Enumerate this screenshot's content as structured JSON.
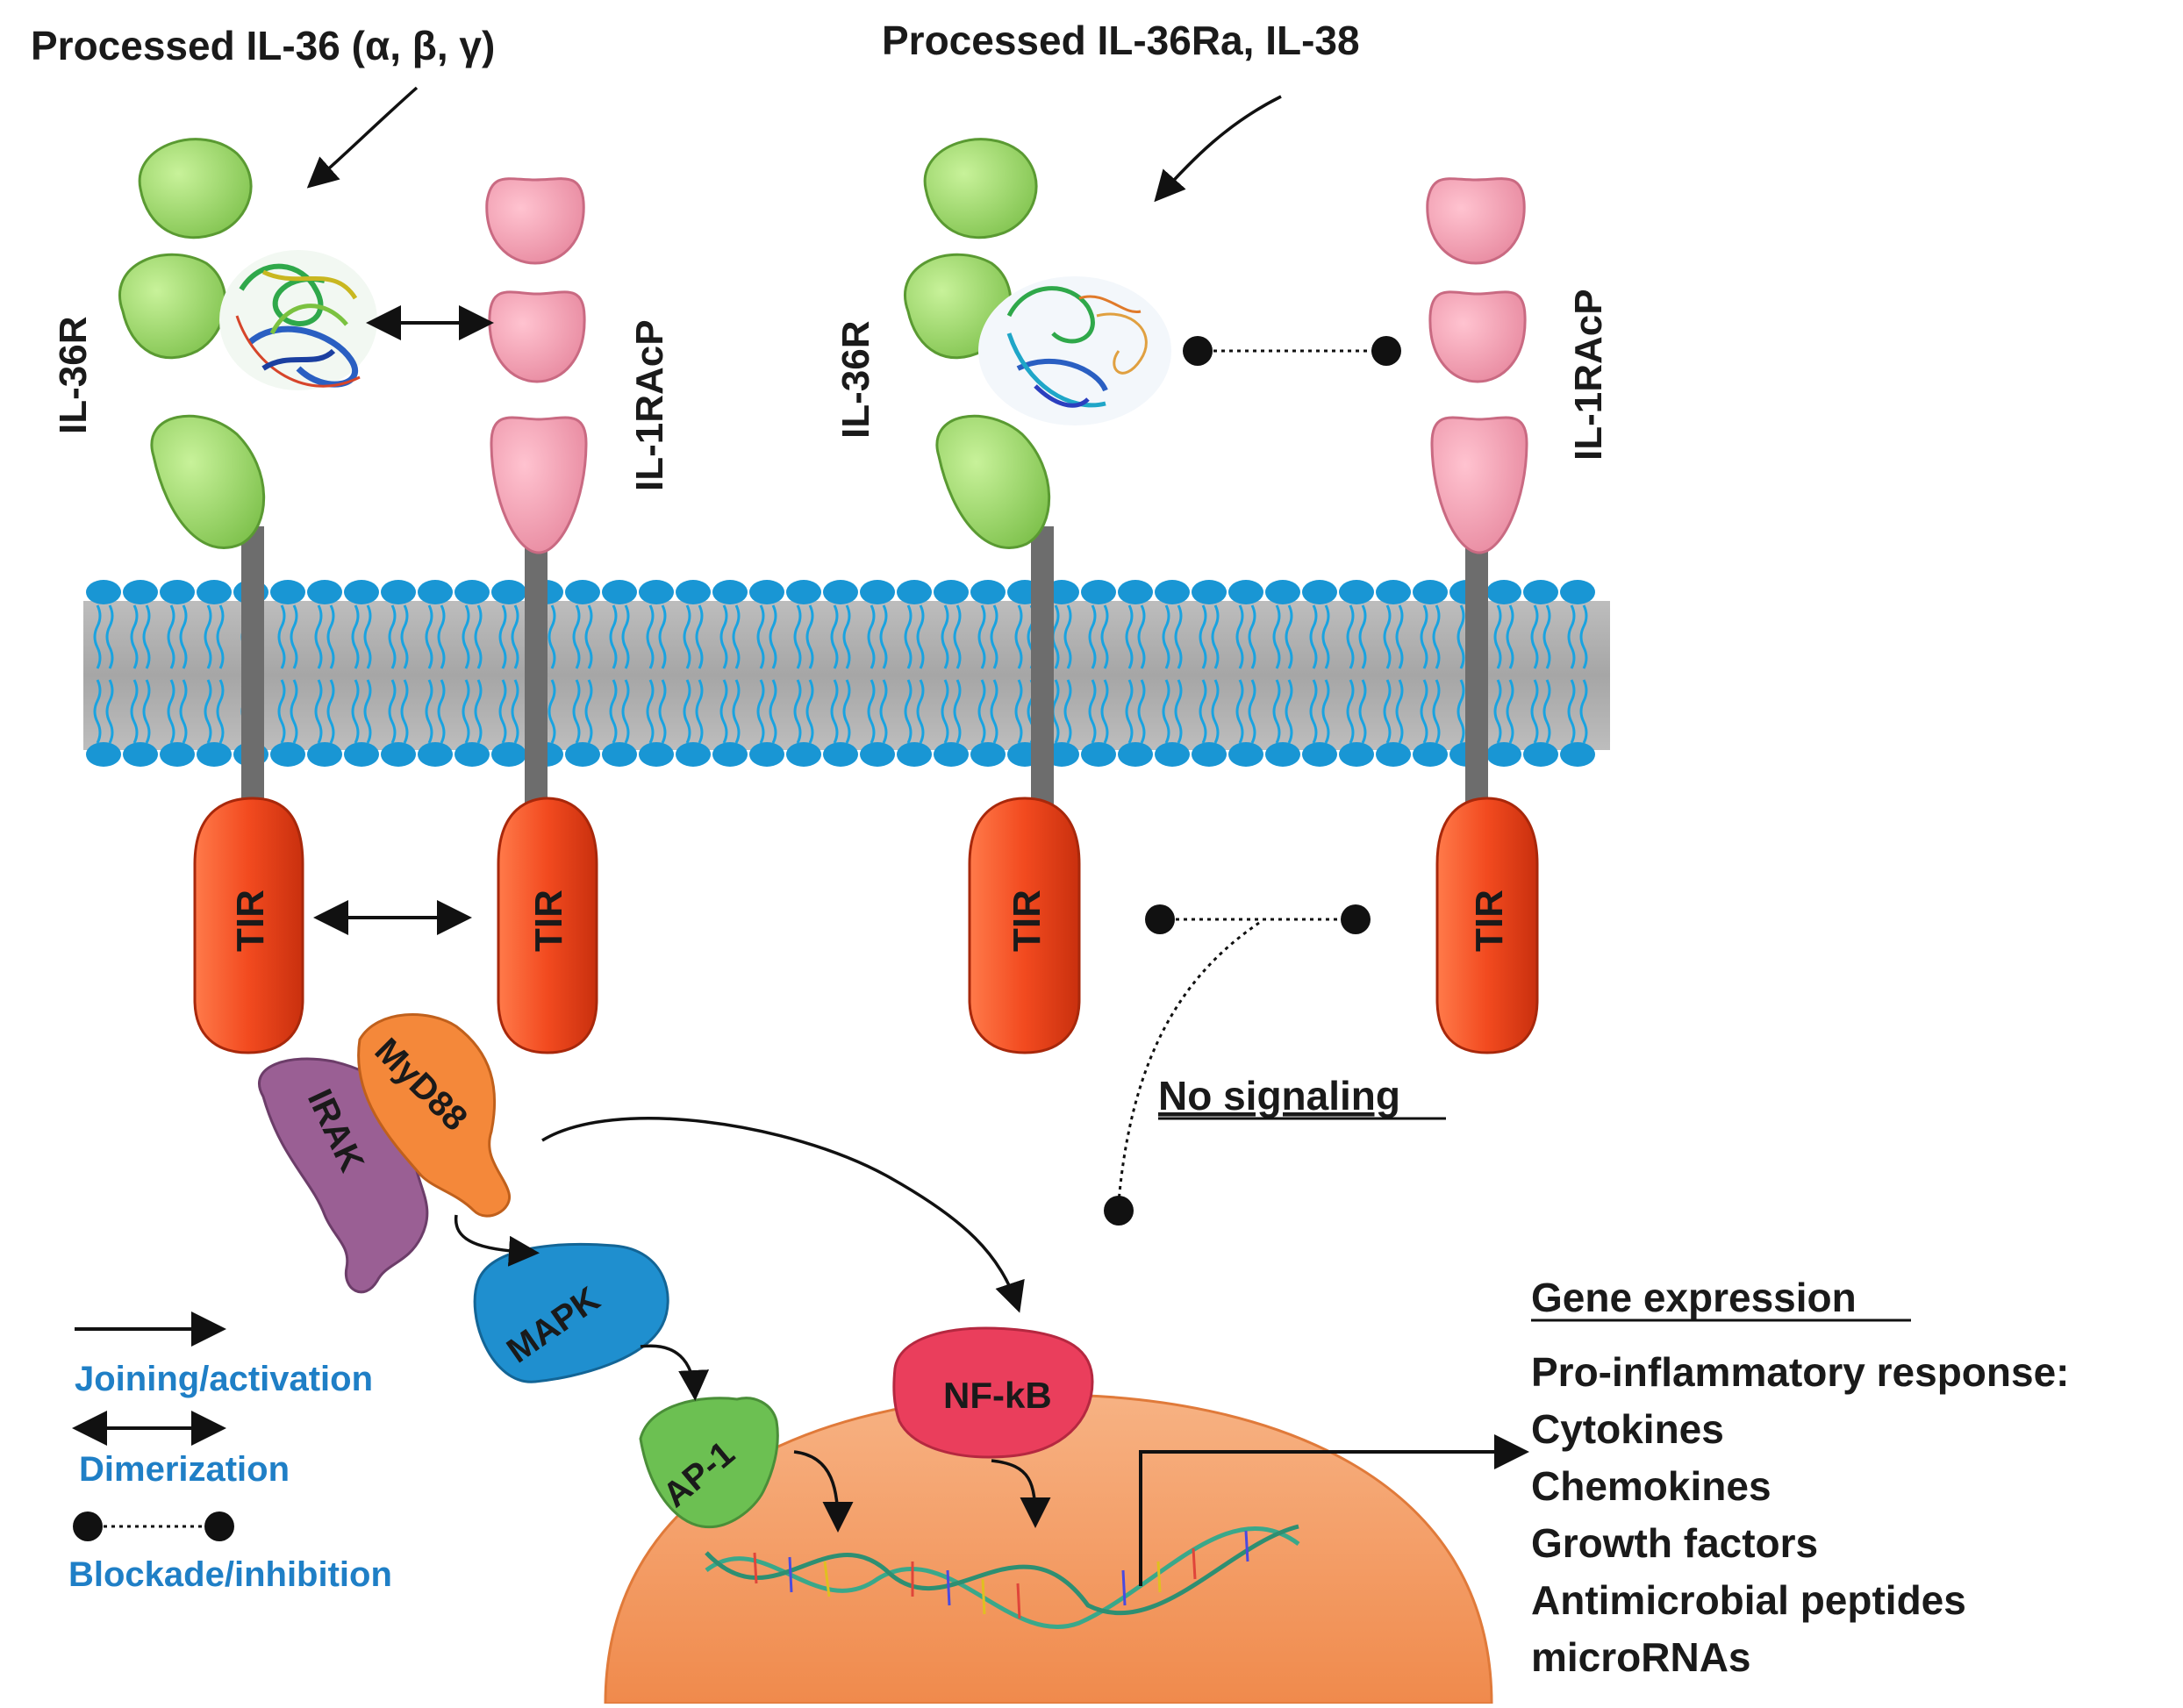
{
  "left_panel": {
    "ligand_title": "Processed IL-36 (α, β, γ)",
    "receptor_label": "IL-36R",
    "coreceptor_label": "IL-1RAcP",
    "tir_left": "TIR",
    "tir_right": "TIR"
  },
  "right_panel": {
    "ligand_title": "Processed IL-36Ra, IL-38",
    "receptor_label": "IL-36R",
    "coreceptor_label": "IL-1RAcP",
    "tir_left": "TIR",
    "tir_right": "TIR",
    "no_signaling": "No signaling"
  },
  "signaling": {
    "myd88": "MyD88",
    "irak": "IRAK",
    "mapk": "MAPK",
    "ap1": "AP-1",
    "nfkb": "NF-kB"
  },
  "gene_expression": {
    "heading": "Gene expression",
    "response": "Pro-inflammatory response:",
    "items": [
      "Cytokines",
      "Chemokines",
      "Growth factors",
      "Antimicrobial peptides",
      "microRNAs"
    ]
  },
  "legend": {
    "activation": "Joining/activation",
    "dimerization": "Dimerization",
    "blockade": "Blockade/inhibition"
  },
  "colors": {
    "receptor_green": "#9fdc6a",
    "coreceptor_pink": "#f49bb0",
    "tir_red": "#f24a1f",
    "membrane_blue": "#1996d4",
    "nucleus_orange": "#f5a06a",
    "legend_blue": "#1f7fc6"
  }
}
